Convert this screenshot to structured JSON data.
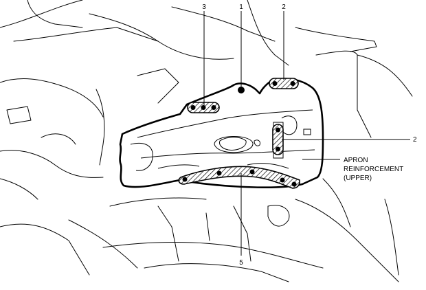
{
  "callouts": {
    "c1": "1",
    "c2_top": "2",
    "c2_right": "2",
    "c3": "3",
    "c5": "5"
  },
  "apron_label": {
    "line1": "APRON",
    "line2": "REINFORCEMENT",
    "line3": "(UPPER)"
  }
}
